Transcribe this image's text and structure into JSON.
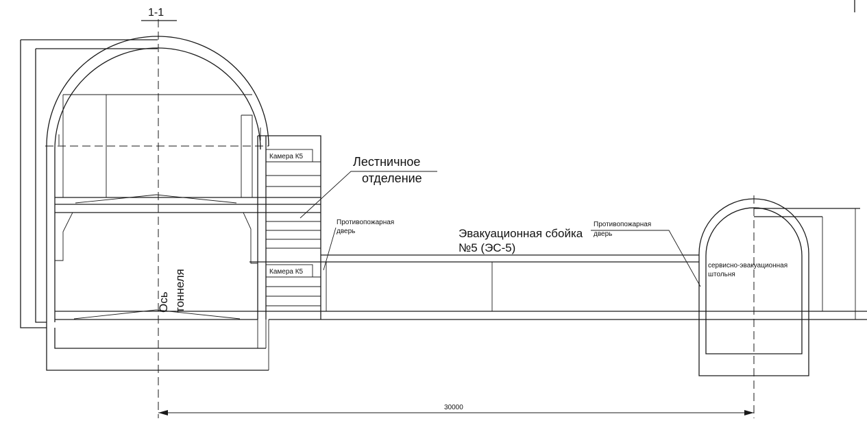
{
  "section_label": "1-1",
  "labels": {
    "chamber_upper": "Камера К5",
    "chamber_lower": "Камера К5",
    "stair_line1": "Лестничное",
    "stair_line2": "отделение",
    "fire_door_left_line1": "Противопожарная",
    "fire_door_left_line2": "дверь",
    "crosscut_line1": "Эвакуационная сбойка",
    "crosscut_line2": "№5 (ЭС-5)",
    "fire_door_right_line1": "Противопожарная",
    "fire_door_right_line2": "дверь",
    "gallery_line1": "сервисно-эвакуационная",
    "gallery_line2": "штольня",
    "axis_line1": "Ось",
    "axis_line2": "тоннеля"
  },
  "dimension": {
    "value": "30000"
  },
  "colors": {
    "line": "#1a1a1a",
    "background": "#ffffff"
  }
}
